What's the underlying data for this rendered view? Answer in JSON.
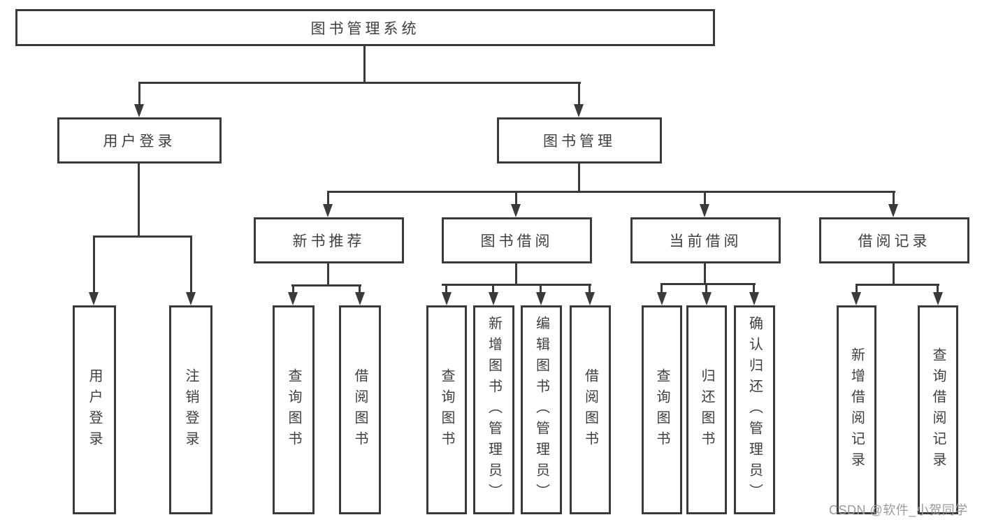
{
  "diagram": {
    "root": {
      "label": "图书管理系统"
    },
    "branches": [
      {
        "label": "用户登录",
        "children": [
          {
            "label": "用户登录"
          },
          {
            "label": "注销登录"
          }
        ]
      },
      {
        "label": "图书管理",
        "children": [
          {
            "label": "新书推荐",
            "children": [
              {
                "label": "查询图书"
              },
              {
                "label": "借阅图书"
              }
            ]
          },
          {
            "label": "图书借阅",
            "children": [
              {
                "label": "查询图书"
              },
              {
                "label": "新增图书（管理员）"
              },
              {
                "label": "编辑图书（管理员）"
              },
              {
                "label": "借阅图书"
              }
            ]
          },
          {
            "label": "当前借阅",
            "children": [
              {
                "label": "查询图书"
              },
              {
                "label": "归还图书"
              },
              {
                "label": "确认归还（管理员）"
              }
            ]
          },
          {
            "label": "借阅记录",
            "children": [
              {
                "label": "新增借阅记录"
              },
              {
                "label": "查询借阅记录"
              }
            ]
          }
        ]
      }
    ]
  },
  "watermark": "CSDN @软件_小贺同学",
  "colors": {
    "line": "#3a3a3c",
    "text": "#3f3f41",
    "bg": "#ffffff",
    "wm": "#9a9aa0"
  }
}
